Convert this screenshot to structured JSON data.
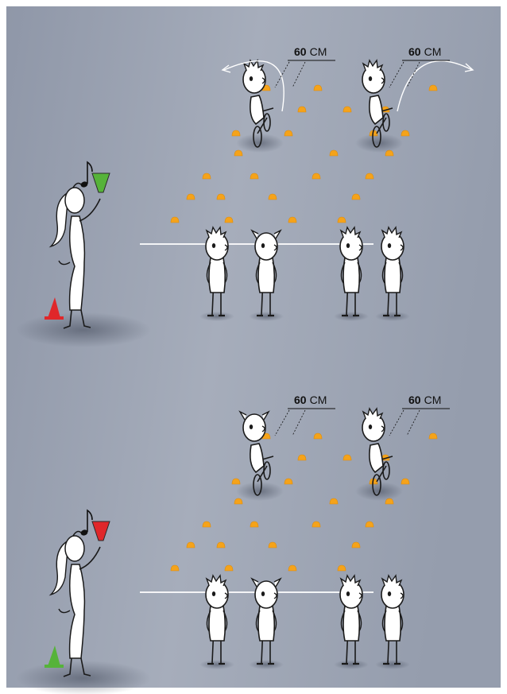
{
  "panels": [
    {
      "id": "top",
      "teacher_cone_color": "#56b33a",
      "floor_cone_color": "#e0272a",
      "labels": [
        {
          "value": "60",
          "unit": "CM"
        },
        {
          "value": "60",
          "unit": "CM"
        }
      ],
      "riders_direction": "outward-arrows"
    },
    {
      "id": "bottom",
      "teacher_cone_color": "#e0272a",
      "floor_cone_color": "#56b33a",
      "labels": [
        {
          "value": "60",
          "unit": "CM"
        },
        {
          "value": "60",
          "unit": "CM"
        }
      ],
      "riders_direction": "none"
    }
  ],
  "colors": {
    "background_top": "#8d95a6",
    "background_bottom": "#a8afbd",
    "marker": "#f5a31a",
    "line": "#ffffff",
    "figure_fill": "#ffffff",
    "figure_stroke": "#1a1a1a"
  },
  "icons": [
    "music-note-icon",
    "cone-icon",
    "bicycle-icon",
    "marker-dot-icon"
  ]
}
